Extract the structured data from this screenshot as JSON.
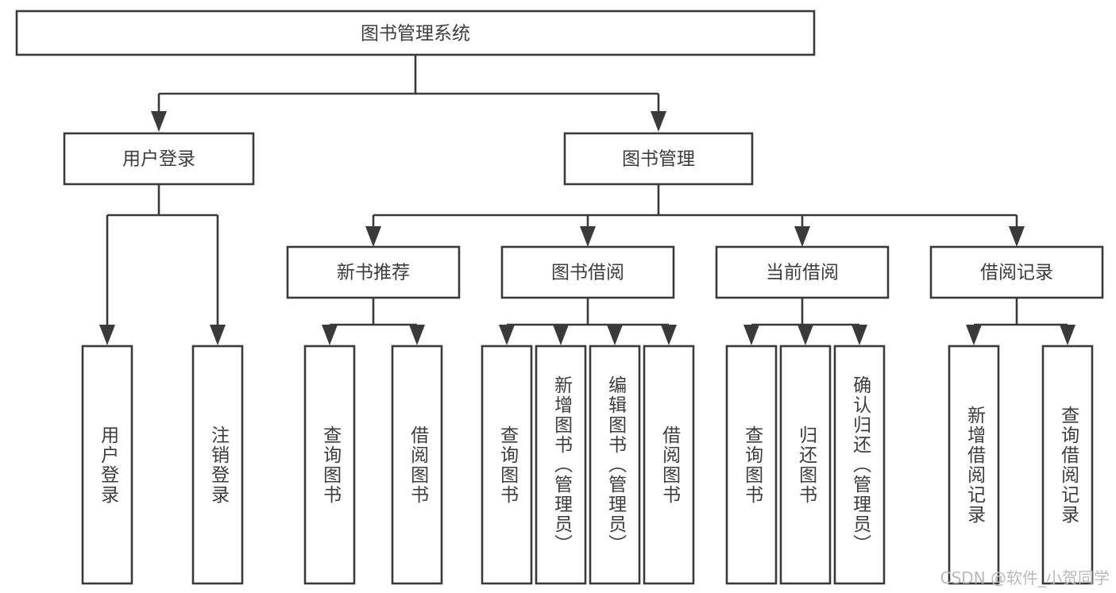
{
  "diagram": {
    "title": "图书管理系统",
    "watermark": "CSDN @软件_小贺同学",
    "colors": {
      "stroke": "#3a3a3a",
      "box_fill": "#ffffff",
      "text": "#3c3c3c",
      "background": "#ffffff",
      "watermark": "#b9b9b9"
    },
    "root": {
      "label": "图书管理系统",
      "orientation": "horizontal"
    },
    "level2": [
      {
        "label": "用户登录",
        "orientation": "horizontal"
      },
      {
        "label": "图书管理",
        "orientation": "horizontal"
      }
    ],
    "level3": [
      {
        "label": "新书推荐",
        "orientation": "horizontal"
      },
      {
        "label": "图书借阅",
        "orientation": "horizontal"
      },
      {
        "label": "当前借阅",
        "orientation": "horizontal"
      },
      {
        "label": "借阅记录",
        "orientation": "horizontal"
      }
    ],
    "leaves": {
      "user_login": [
        {
          "label": "用户登录",
          "orientation": "vertical"
        },
        {
          "label": "注销登录",
          "orientation": "vertical"
        }
      ],
      "new_book_recommend": [
        {
          "label": "查询图书",
          "orientation": "vertical"
        },
        {
          "label": "借阅图书",
          "orientation": "vertical"
        }
      ],
      "book_borrow": [
        {
          "label": "查询图书",
          "orientation": "vertical"
        },
        {
          "label": "新增图书（管理员）",
          "orientation": "vertical"
        },
        {
          "label": "编辑图书（管理员）",
          "orientation": "vertical"
        },
        {
          "label": "借阅图书",
          "orientation": "vertical"
        }
      ],
      "current_borrow": [
        {
          "label": "查询图书",
          "orientation": "vertical"
        },
        {
          "label": "归还图书",
          "orientation": "vertical"
        },
        {
          "label": "确认归还（管理员）",
          "orientation": "vertical"
        }
      ],
      "borrow_record": [
        {
          "label": "新增借阅记录",
          "orientation": "vertical"
        },
        {
          "label": "查询借阅记录",
          "orientation": "vertical"
        }
      ]
    }
  }
}
